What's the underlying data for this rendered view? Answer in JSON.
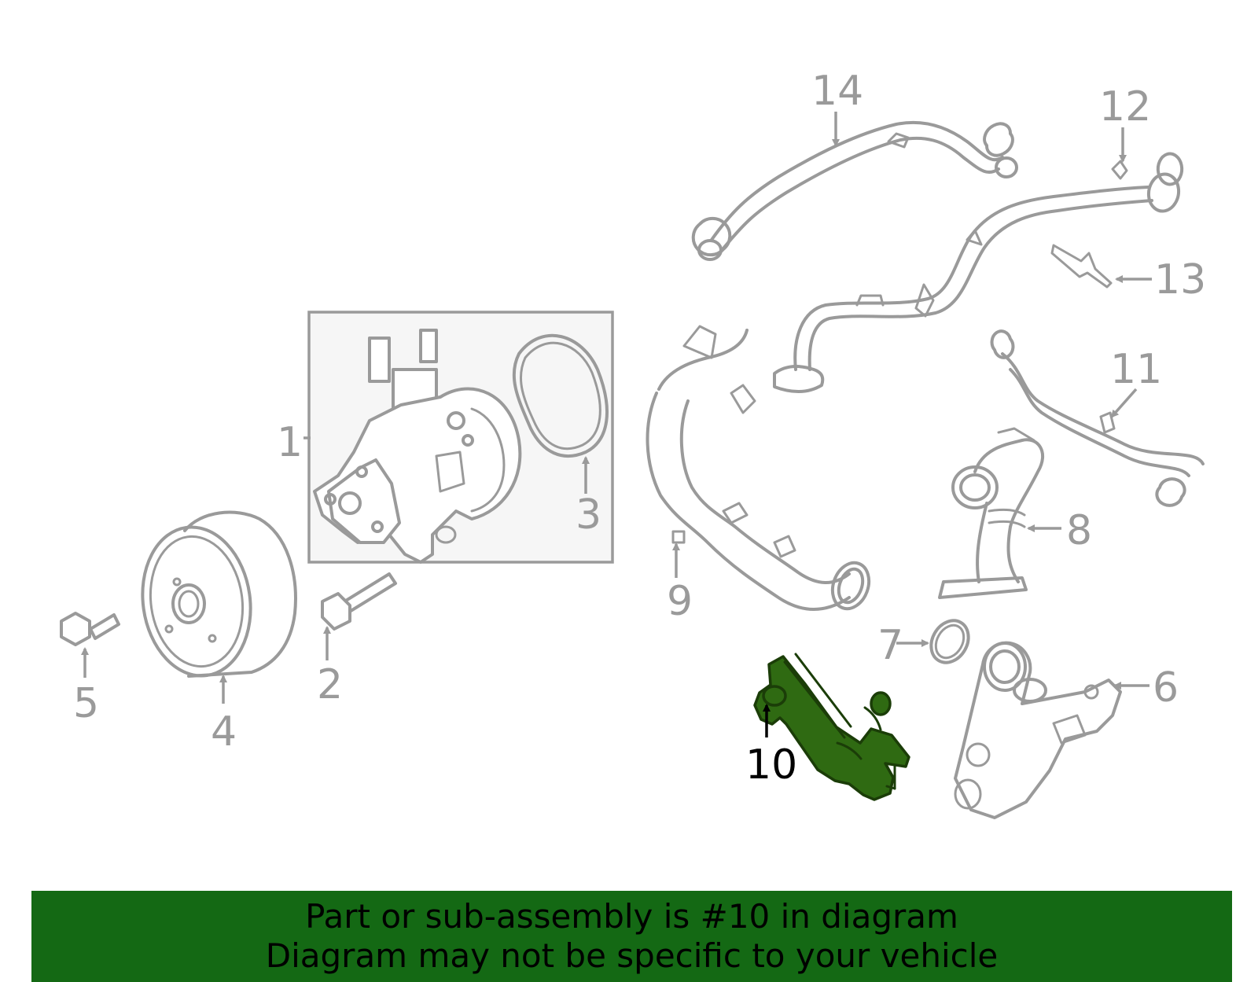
{
  "callouts": {
    "c1": "1",
    "c2": "2",
    "c3": "3",
    "c4": "4",
    "c5": "5",
    "c6": "6",
    "c7": "7",
    "c8": "8",
    "c9": "9",
    "c10": "10",
    "c11": "11",
    "c12": "12",
    "c13": "13",
    "c14": "14"
  },
  "highlighted_part": "10",
  "colors": {
    "line": "#9a9a9a",
    "highlight": "#2f6a12",
    "banner": "#146914",
    "box_fill": "#f6f6f6"
  },
  "banner": {
    "line1": "Part or sub-assembly is #10 in diagram",
    "line2": "Diagram may not be specific to your vehicle"
  }
}
